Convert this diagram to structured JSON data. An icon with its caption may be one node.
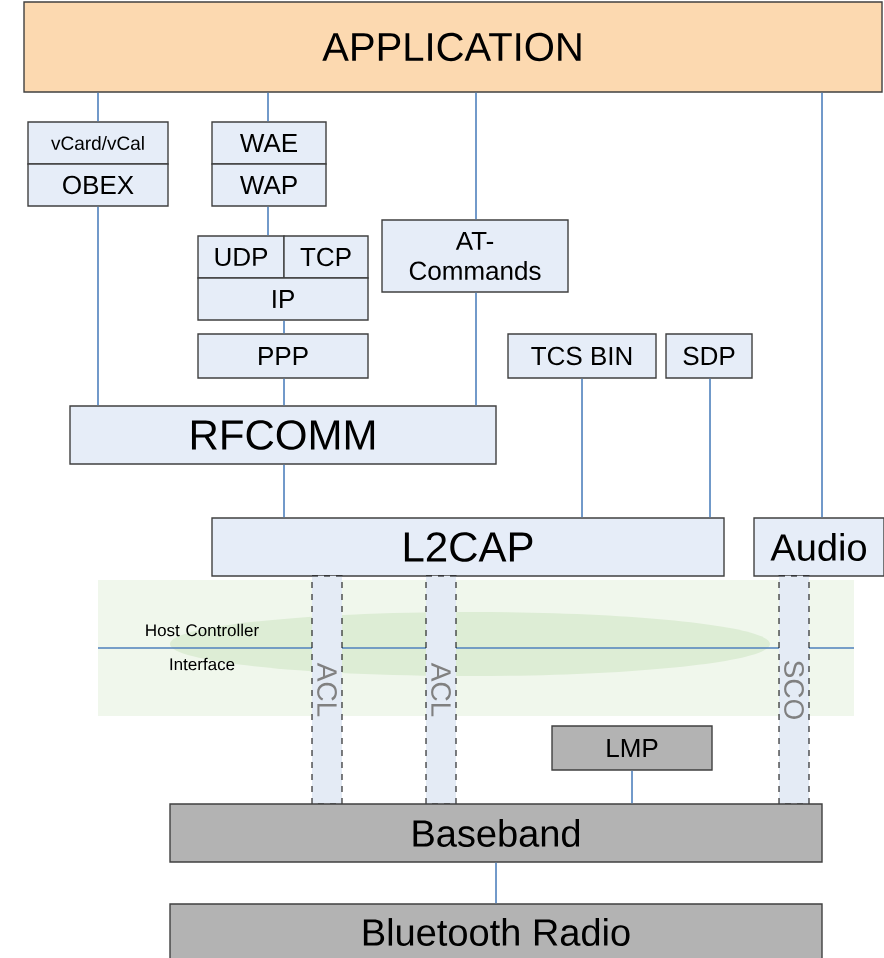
{
  "diagram": {
    "nodes": [
      {
        "text": [
          "APPLICATION"
        ]
      },
      {
        "text": [
          "vCard/vCal"
        ]
      },
      {
        "text": [
          "OBEX"
        ]
      },
      {
        "text": [
          "WAE"
        ]
      },
      {
        "text": [
          "WAP"
        ]
      },
      {
        "text": [
          "UDP"
        ]
      },
      {
        "text": [
          "TCP"
        ]
      },
      {
        "text": [
          "IP"
        ]
      },
      {
        "text": [
          "PPP"
        ]
      },
      {
        "text": [
          "AT-Commands"
        ]
      },
      {
        "text": [
          "TCS BIN"
        ]
      },
      {
        "text": [
          "SDP"
        ]
      },
      {
        "text": [
          "RFCOMM"
        ]
      },
      {
        "text": [
          "L2CAP"
        ]
      },
      {
        "text": [
          "Audio"
        ]
      },
      {
        "text": [
          "ACL"
        ]
      },
      {
        "text": [
          "ACL"
        ]
      },
      {
        "text": [
          "SCO"
        ]
      },
      {
        "text": [
          "LMP"
        ]
      },
      {
        "text": [
          "Baseband"
        ]
      },
      {
        "text": [
          "Bluetooth Radio"
        ]
      }
    ],
    "edges": [
      {
        "from": 0,
        "to": 1,
        "arrow": "none"
      },
      {
        "from": 0,
        "to": 3,
        "arrow": "none"
      },
      {
        "from": 0,
        "to": 9,
        "arrow": "none"
      },
      {
        "from": 0,
        "to": 14,
        "arrow": "none"
      },
      {
        "from": 2,
        "to": 12,
        "arrow": "none"
      },
      {
        "from": 4,
        "to": 5,
        "arrow": "none"
      },
      {
        "from": 7,
        "to": 8,
        "arrow": "none"
      },
      {
        "from": 8,
        "to": 12,
        "arrow": "none"
      },
      {
        "from": 9,
        "to": 12,
        "arrow": "none"
      },
      {
        "from": 12,
        "to": 13,
        "arrow": "none"
      },
      {
        "from": 10,
        "to": 13,
        "arrow": "none"
      },
      {
        "from": 11,
        "to": 13,
        "arrow": "none"
      },
      {
        "from": 18,
        "to": 19,
        "arrow": "none"
      },
      {
        "from": 19,
        "to": 20,
        "arrow": "none"
      }
    ],
    "labels": [
      "Host Controller Interface"
    ]
  }
}
